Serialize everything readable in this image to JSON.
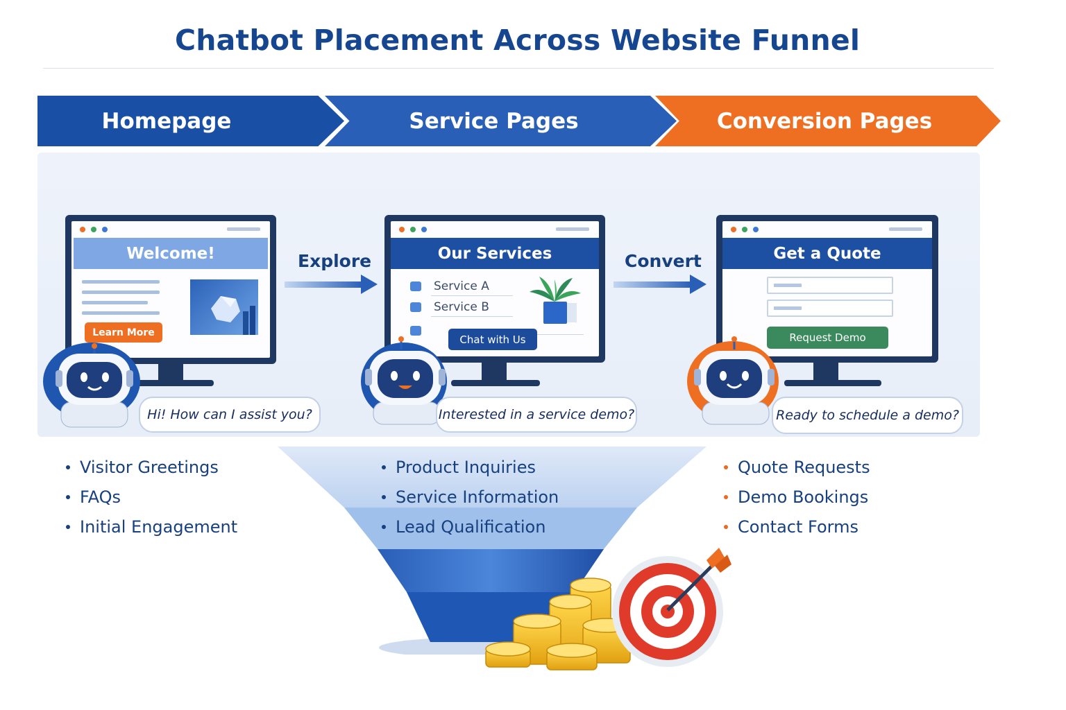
{
  "title": "Chatbot Placement Across Website Funnel",
  "colors": {
    "primary_blue": "#1a4fa6",
    "mid_blue": "#2a5fb8",
    "accent_orange": "#ee6f22",
    "green_button": "#2e8b57",
    "dark_navy": "#1f3862"
  },
  "stages": [
    {
      "label": "Homepage",
      "screen_header": "Welcome!",
      "button": "Learn More",
      "bot_color": "blue",
      "bubble": "Hi!  How can I assist you?",
      "features": [
        "Visitor Greetings",
        "FAQs",
        "Initial Engagement"
      ]
    },
    {
      "label": "Service Pages",
      "screen_header": "Our Services",
      "services": [
        "Service A",
        "Service B"
      ],
      "button": "Chat with Us",
      "bot_color": "blue",
      "bubble": "Interested in a service demo?",
      "features": [
        "Product Inquiries",
        "Service Information",
        "Lead Qualification"
      ]
    },
    {
      "label": "Conversion Pages",
      "screen_header": "Get a Quote",
      "button": "Request Demo",
      "bot_color": "orange",
      "bubble": "Ready to schedule a demo?",
      "features": [
        "Quote Requests",
        "Demo Bookings",
        "Contact Forms"
      ]
    }
  ],
  "transitions": [
    "Explore",
    "Convert"
  ],
  "icons": [
    "robot-chatbot-icon",
    "potted-plant-icon",
    "gold-coins-icon",
    "target-dart-icon",
    "image-placeholder-icon",
    "arrow-right-icon"
  ]
}
